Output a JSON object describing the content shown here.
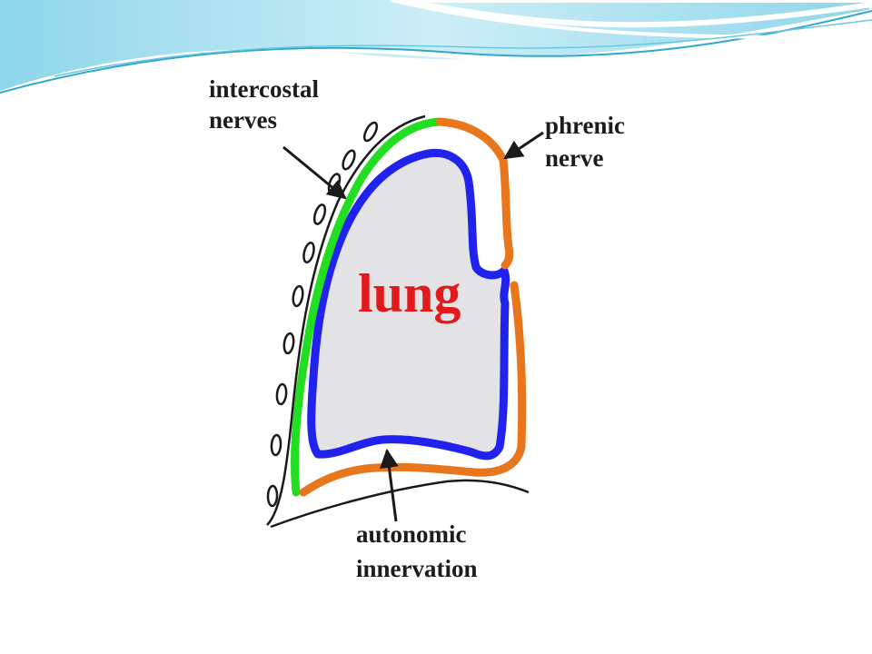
{
  "colors": {
    "banner_light": "#cdeef7",
    "banner_mid": "#8fd6ea",
    "banner_deep": "#2fa8cc",
    "intercostal_line": "#22dd22",
    "phrenic_line": "#e8761c",
    "autonomic_line": "#2222ee",
    "lung_fill": "#e3e3e6",
    "outline": "#1a1a1a",
    "lung_text": "#e11b1b"
  },
  "diagram": {
    "center_label": "lung",
    "labels": {
      "intercostal_line1": "intercostal",
      "intercostal_line2": "nerves",
      "phrenic_line1": "phrenic",
      "phrenic_line2": "nerve",
      "autonomic_line1": "autonomic",
      "autonomic_line2": "innervation"
    }
  }
}
